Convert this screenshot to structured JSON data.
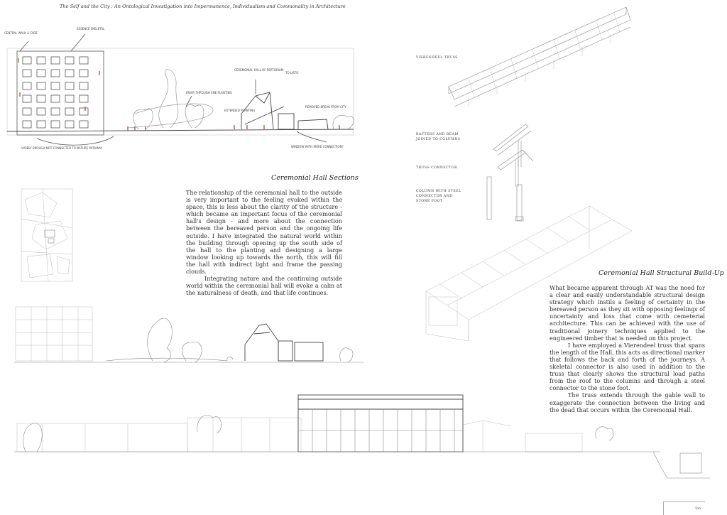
{
  "header": {
    "title": "The Self and the City : An Ontological Investigation into Impermanence, Individualism and Commonality in Architecture"
  },
  "sketch_notes": {
    "central_walk": "CENTRAL WALK & FADE",
    "essence_skeletal": "ESSENCE SKELETAL",
    "envir_through": "ENVIR THROUGH ENE PLANTING",
    "ceremonial_hall": "CEREMONIAL HALL OF PERTORIUM",
    "to_listo": "TO LISTO",
    "extended": "EXTENDED PLANTING",
    "removed": "REMOVED BREAK FROM CITY",
    "visibly": "VISIBLY ENOUGH NOT CONNECTED TO NATURE PATHWAY",
    "window": "WINDOW WITH MORE CONNECTION?"
  },
  "sections": {
    "ceremonial_sections": {
      "title": "Ceremonial Hall Sections",
      "para1": "The relationship of the ceremonial hall to the outside is very important to the feeling evoked within the space, this is less about the clarity of the structure - which became an important focus of the ceremonial hall's design - and more about the connection between the bereaved person and the ongoing life outside. I have integrated the natural world within the building through opening up the south side of the hall to the planting and designing a large window looking up towards the north, this will fill the hall with indirect light and frame the passing clouds.",
      "para2": "Integrating nature and the continuing outside world within the ceremonial hall will evoke a calm at the naturalness of death, and that life continues."
    },
    "structural_buildup": {
      "title": "Ceremonial Hall Structural Build-Up",
      "para1": "What became apparent through AT was the need for a clear and easily understandable structural design strategy which instils a feeling of certainty in the bereaved person as they sit with opposing feelings of uncertainty and loss that come with cemeterial architecture. This can be achieved with the use of traditional joinery techniques applied to the engineered timber that is needed on this project.",
      "para2": "I have employed a Vierendeel truss that spans the length of the Hall, this acts as directional marker that follows the back and forth of the journeys. A skeletal connector is also used in addition to the truss that clearly shows the structural load paths from the roof to the columns and through a steel connector to the stone foot.",
      "para3": "The truss extends through the gable wall to exaggerate the connection between the living and the dead that occurs within the Ceremonial Hall."
    }
  },
  "structure_labels": {
    "vierendeel": "VIERENDEEL TRUSS",
    "rafters_line1": "RAFTERS AND BEAM",
    "rafters_line2": "JOINED TO COLUMNS",
    "truss_connector": "TRUSS CONNECTOR",
    "column_line1": "COLUMN WITH STEEL",
    "column_line2": "CONNECTOR AND",
    "column_line3": "STONE FOOT"
  },
  "footer": {
    "page_number": "5m"
  }
}
